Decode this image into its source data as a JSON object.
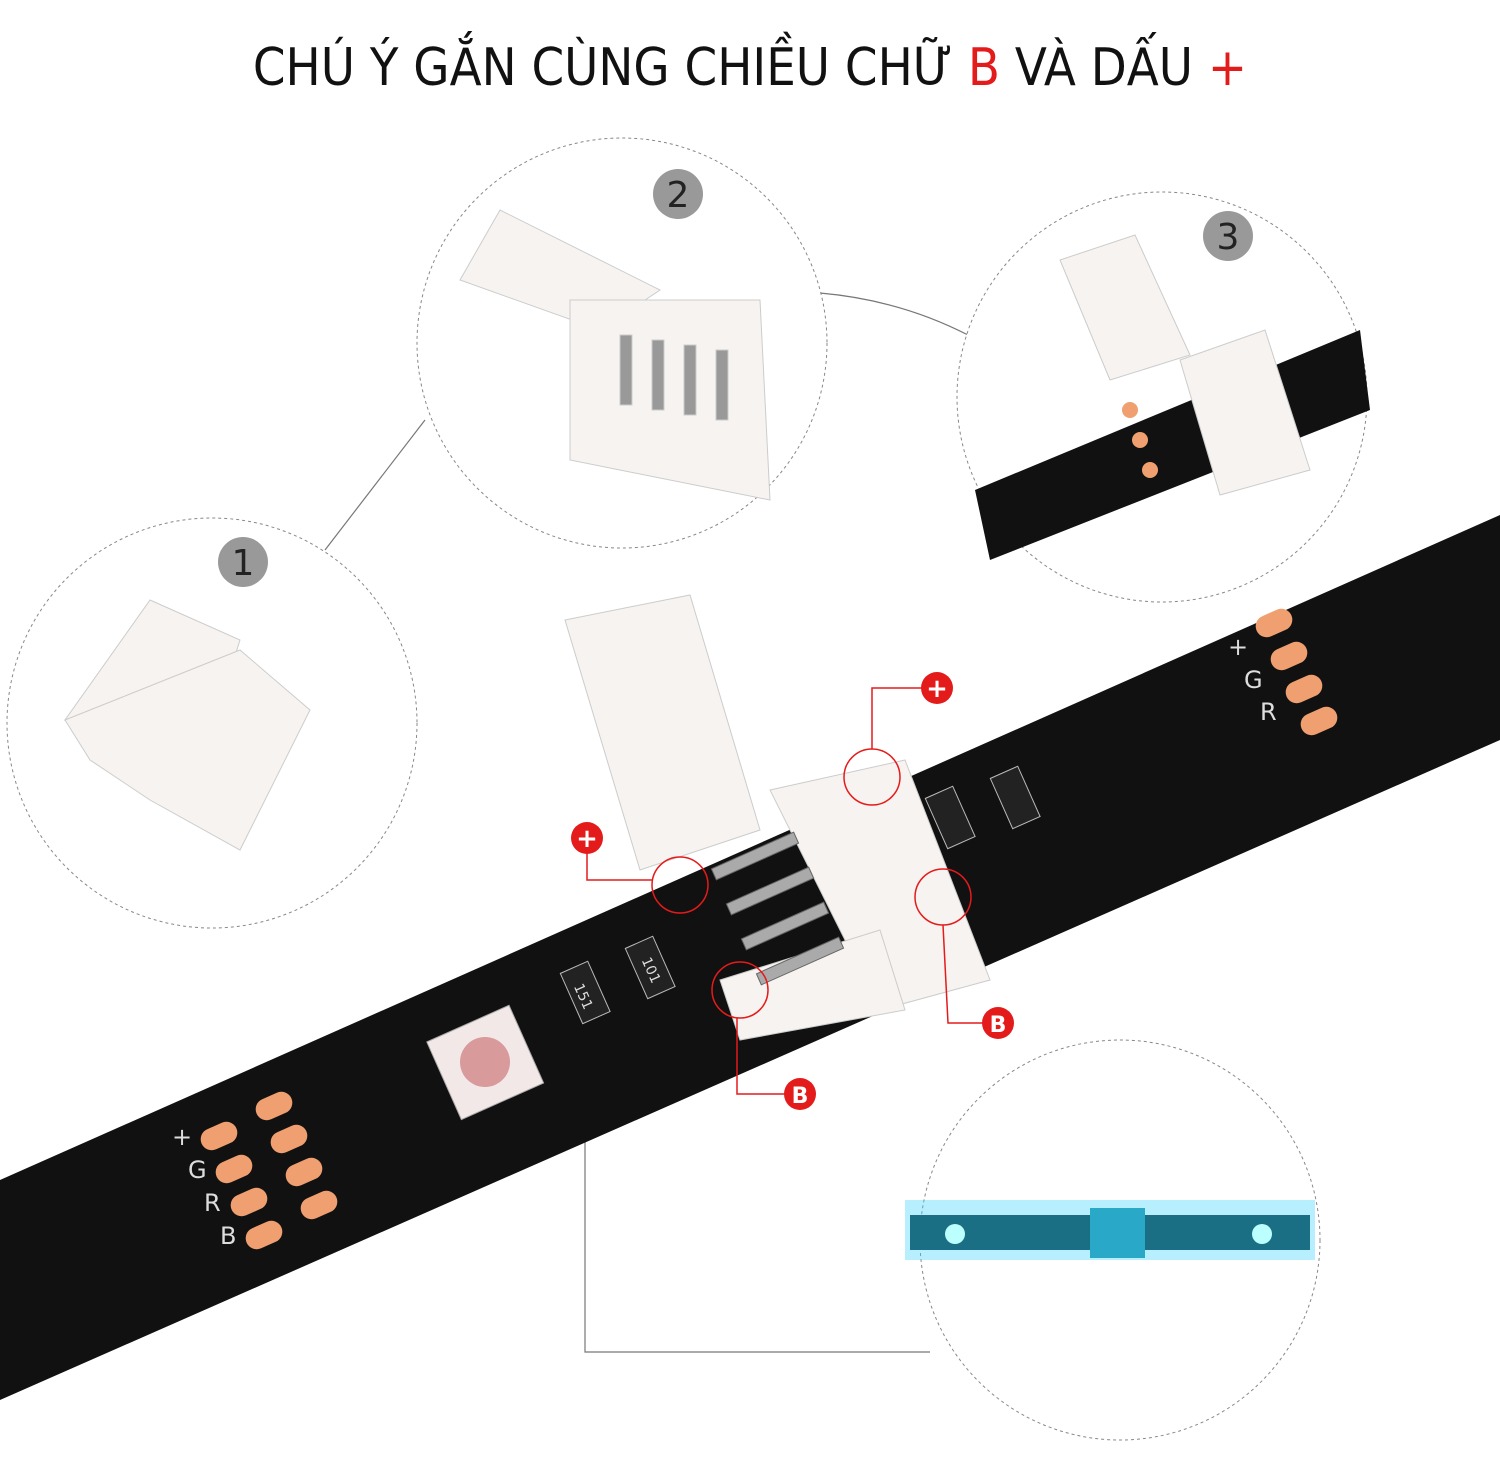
{
  "title": {
    "part1": "CHÚ Ý GẮN CÙNG CHIỀU CHỮ",
    "highlight_b": "B",
    "part2": "VÀ DẤU",
    "highlight_plus": "+"
  },
  "steps": [
    "1",
    "2",
    "3"
  ],
  "callouts": {
    "plus": "+",
    "b": "B"
  },
  "strip_labels": {
    "plus": "+",
    "g": "G",
    "r": "R",
    "b": "B",
    "resistor_a": "151",
    "resistor_b": "101"
  },
  "colors": {
    "accent_red": "#e41b1b",
    "strip": "#111111",
    "pad": "#f0a070",
    "connector": "#f7f3f0",
    "glow": "#33d0ff",
    "badge": "#999999"
  }
}
